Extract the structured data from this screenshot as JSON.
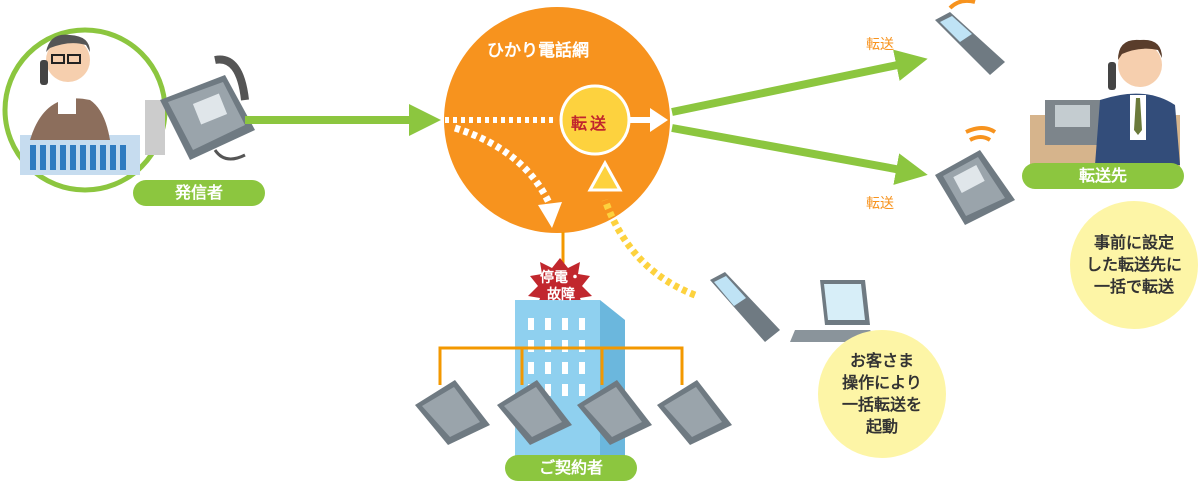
{
  "network": {
    "title": "ひかり電話網",
    "center_label": "転送"
  },
  "caller": {
    "label": "発信者"
  },
  "destination": {
    "label": "転送先",
    "note_lines": [
      "事前に設定",
      "した転送先に",
      "一括で転送"
    ]
  },
  "forward_labels": {
    "upper": "転送",
    "lower": "転送"
  },
  "outage": {
    "lines": [
      "停電・",
      "故障"
    ]
  },
  "subscriber": {
    "label": "ご契約者"
  },
  "customer_op": {
    "note_lines": [
      "お客さま",
      "操作により",
      "一括転送を",
      "起動"
    ]
  },
  "colors": {
    "green": "#8cc63f",
    "orange": "#f7931e",
    "yellow": "#fdd23e",
    "note_bg": "#fdf5a6",
    "building": "#8fd0ef",
    "outage_red": "#c1272d",
    "line_orange": "#f39800"
  }
}
